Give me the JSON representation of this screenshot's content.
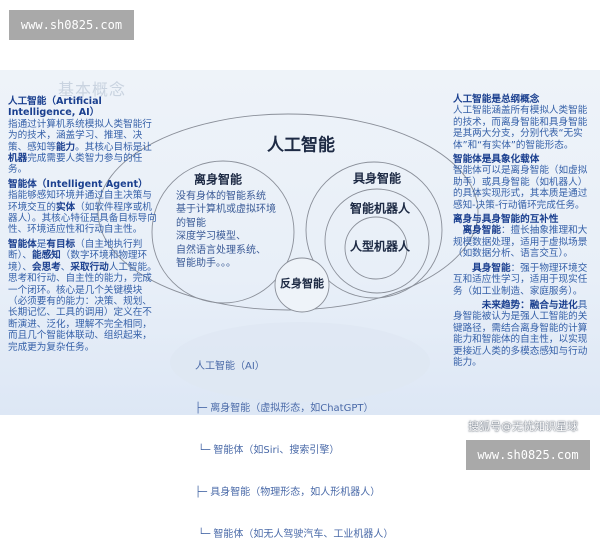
{
  "watermarks": {
    "top": "www.sh0825.com",
    "bottom": "www.sh0825.com",
    "source": "搜狐号@无忧知识星球"
  },
  "slide_title": "基本概念",
  "left_column": [
    {
      "heading": "人工智能（Artificial Intelligence, AI）",
      "segments": [
        {
          "text": "指通过计算机系统模拟人类智能行为的技术，涵盖学习、推理、决策、感知等",
          "bold": false
        },
        {
          "text": "能力",
          "bold": true
        },
        {
          "text": "。其核心目标是让",
          "bold": false
        },
        {
          "text": "机器",
          "bold": true
        },
        {
          "text": "完成需要人类智力参与的任务。",
          "bold": false
        }
      ]
    },
    {
      "heading": "智能体（Intelligent Agent）",
      "segments": [
        {
          "text": "指能够感知环境并通过自主决策与环境交互的",
          "bold": false
        },
        {
          "text": "实体",
          "bold": true
        },
        {
          "text": "（如软件程序或机器人）。其核心特征是具备目标导向性、环境适应性和行动自主性。",
          "bold": false
        }
      ]
    },
    {
      "heading": "",
      "segments": [
        {
          "text": "智能体",
          "bold": true
        },
        {
          "text": "是",
          "bold": false
        },
        {
          "text": "有目标",
          "bold": true
        },
        {
          "text": "（自主地执行判断）、",
          "bold": false
        },
        {
          "text": "能感知",
          "bold": true
        },
        {
          "text": "（数字环境和物理环境）、",
          "bold": false
        },
        {
          "text": "会思考",
          "bold": true
        },
        {
          "text": "、",
          "bold": false
        },
        {
          "text": "采取行动",
          "bold": true
        },
        {
          "text": "人工智能。思考和行动、自主性的能力，完成一个闭环。核心是几个关键模块（必须要有的能力：决策、规划、长期记忆、工具的调用）定义在不断演进、泛化，理解不完全相同，而且几个智能体联动、组织起来，完成更为复杂任务。",
          "bold": false
        }
      ]
    }
  ],
  "right_column": [
    {
      "heading": "人工智能是总纲概念",
      "segments": [
        {
          "text": "人工智能涵盖所有模拟人类智能的技术，而离身智能和具身智能是其两大分支，分别代表“无实体”和“有实体”的智能形态。",
          "bold": false
        }
      ]
    },
    {
      "heading": "智能体是具象化载体",
      "segments": [
        {
          "text": "智能体可以是离身智能（如虚拟助手）或具身智能（如机器人）的具体实现形式，其本质是通过感知-决策-行动循环完成任务。",
          "bold": false
        }
      ]
    },
    {
      "heading": "离身与具身智能的互补性",
      "segments": [
        {
          "text": "　离身智能",
          "bold": true
        },
        {
          "text": "：擅长抽象推理和大规模数据处理，适用于虚拟场景（如数据分析、语言交互）。",
          "bold": false
        }
      ]
    },
    {
      "heading": "",
      "segments": [
        {
          "text": "　　具身智能",
          "bold": true
        },
        {
          "text": "：强于物理环境交互和适应性学习，适用于现实任务（如工业制造、家庭服务）。",
          "bold": false
        }
      ]
    },
    {
      "heading": "",
      "segments": [
        {
          "text": "　　　未来趋势：融合与进化",
          "bold": true
        },
        {
          "text": "具身智能被认为是强人工智能的关键路径，需结合离身智能的计算能力和智能体的自主性，以实现更接近人类的多模态感知与行动能力。",
          "bold": false
        }
      ]
    }
  ],
  "diagram": {
    "ai": "人工智能",
    "disembodied": "离身智能",
    "disembodied_desc": [
      "没有身体的智能系统",
      "基于计算机或虚拟环境",
      "的智能",
      "深度学习模型、",
      "自然语言处理系统、",
      "智能助手。。。"
    ],
    "embodied": "具身智能",
    "smart_robot": "智能机器人",
    "humanoid_robot": "人型机器人",
    "reflexive": "反身智能",
    "line_color": "#8a8f99"
  },
  "tree": [
    "人工智能（AI）",
    "├─ 离身智能（虚拟形态，如ChatGPT）",
    " └─ 智能体（如Siri、搜索引擎）",
    "├─ 具身智能（物理形态，如人形机器人）",
    " └─ 智能体（如无人驾驶汽车、工业机器人）"
  ]
}
